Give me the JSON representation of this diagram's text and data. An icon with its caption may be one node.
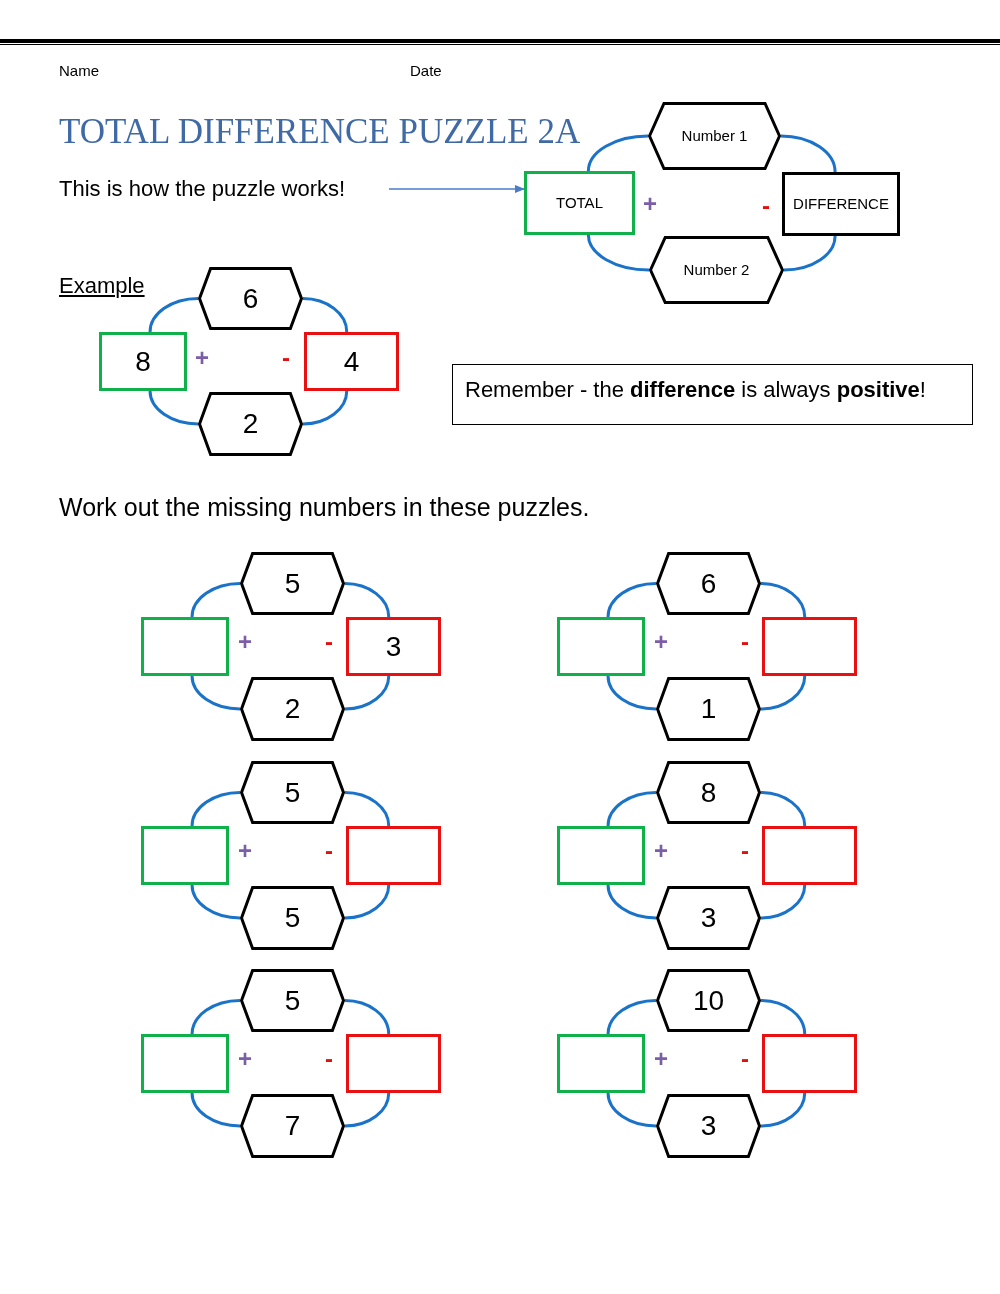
{
  "diagram": {
    "title": "TOTAL DIFFERENCE PUZZLE 2A",
    "nodes": [
      {
        "text": [
          "This is how the puzzle works!"
        ]
      },
      {
        "text": [
          "Number 1"
        ]
      },
      {
        "text": [
          "TOTAL"
        ]
      },
      {
        "text": [
          "DIFFERENCE"
        ]
      },
      {
        "text": [
          "Number 2"
        ]
      },
      {
        "text": [
          "6"
        ]
      },
      {
        "text": [
          "8"
        ]
      },
      {
        "text": [
          "4"
        ]
      },
      {
        "text": [
          "2"
        ]
      },
      {
        "text": [
          "Remember - the **difference** is always **positive**!"
        ]
      },
      {
        "text": [
          "5"
        ]
      },
      {
        "text": [],
        "shape": "box"
      },
      {
        "text": [
          "3"
        ]
      },
      {
        "text": [
          "2"
        ]
      },
      {
        "text": [
          "6"
        ]
      },
      {
        "text": [],
        "shape": "box"
      },
      {
        "text": [],
        "shape": "box"
      },
      {
        "text": [
          "1"
        ]
      },
      {
        "text": [
          "5"
        ]
      },
      {
        "text": [],
        "shape": "box"
      },
      {
        "text": [],
        "shape": "box"
      },
      {
        "text": [
          "5"
        ]
      },
      {
        "text": [
          "8"
        ]
      },
      {
        "text": [],
        "shape": "box"
      },
      {
        "text": [],
        "shape": "box"
      },
      {
        "text": [
          "3"
        ]
      },
      {
        "text": [
          "5"
        ]
      },
      {
        "text": [],
        "shape": "box"
      },
      {
        "text": [],
        "shape": "box"
      },
      {
        "text": [
          "7"
        ]
      },
      {
        "text": [
          "10"
        ]
      },
      {
        "text": [],
        "shape": "box"
      },
      {
        "text": [],
        "shape": "box"
      },
      {
        "text": [
          "3"
        ]
      }
    ],
    "edges": [
      {
        "from": 0,
        "to": 2,
        "arrow": "to"
      },
      {
        "from": 2,
        "to": 1,
        "arrow": "none"
      },
      {
        "from": 1,
        "to": 3,
        "arrow": "none"
      },
      {
        "from": 3,
        "to": 4,
        "arrow": "none"
      },
      {
        "from": 4,
        "to": 2,
        "arrow": "none"
      },
      {
        "from": 6,
        "to": 5,
        "arrow": "none"
      },
      {
        "from": 5,
        "to": 7,
        "arrow": "none"
      },
      {
        "from": 7,
        "to": 8,
        "arrow": "none"
      },
      {
        "from": 8,
        "to": 6,
        "arrow": "none"
      },
      {
        "from": 11,
        "to": 10,
        "arrow": "none"
      },
      {
        "from": 10,
        "to": 12,
        "arrow": "none"
      },
      {
        "from": 12,
        "to": 13,
        "arrow": "none"
      },
      {
        "from": 13,
        "to": 11,
        "arrow": "none"
      },
      {
        "from": 15,
        "to": 14,
        "arrow": "none"
      },
      {
        "from": 14,
        "to": 16,
        "arrow": "none"
      },
      {
        "from": 16,
        "to": 17,
        "arrow": "none"
      },
      {
        "from": 17,
        "to": 15,
        "arrow": "none"
      },
      {
        "from": 19,
        "to": 18,
        "arrow": "none"
      },
      {
        "from": 18,
        "to": 20,
        "arrow": "none"
      },
      {
        "from": 20,
        "to": 21,
        "arrow": "none"
      },
      {
        "from": 21,
        "to": 19,
        "arrow": "none"
      },
      {
        "from": 23,
        "to": 22,
        "arrow": "none"
      },
      {
        "from": 22,
        "to": 24,
        "arrow": "none"
      },
      {
        "from": 24,
        "to": 25,
        "arrow": "none"
      },
      {
        "from": 25,
        "to": 23,
        "arrow": "none"
      },
      {
        "from": 27,
        "to": 26,
        "arrow": "none"
      },
      {
        "from": 26,
        "to": 28,
        "arrow": "none"
      },
      {
        "from": 28,
        "to": 29,
        "arrow": "none"
      },
      {
        "from": 29,
        "to": 27,
        "arrow": "none"
      },
      {
        "from": 31,
        "to": 30,
        "arrow": "none"
      },
      {
        "from": 30,
        "to": 32,
        "arrow": "none"
      },
      {
        "from": 32,
        "to": 33,
        "arrow": "none"
      },
      {
        "from": 33,
        "to": 31,
        "arrow": "none"
      }
    ],
    "labels": [
      "Name",
      "Date",
      "+",
      "-",
      "Example",
      "+",
      "-",
      "Work out the missing numbers in these puzzles.",
      "+",
      "-",
      "+",
      "-",
      "+",
      "-",
      "+",
      "-",
      "+",
      "-",
      "+",
      "-"
    ]
  }
}
